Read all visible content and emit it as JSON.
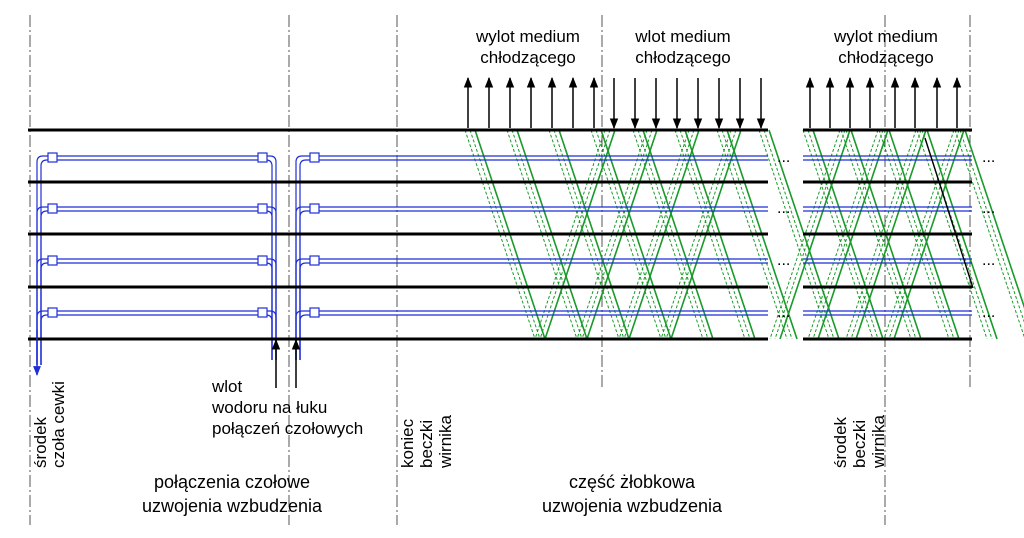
{
  "labels": {
    "outlet_left": [
      "wylot medium",
      "chłodzącego"
    ],
    "inlet_mid": [
      "wlot medium",
      "chłodzącego"
    ],
    "outlet_right": [
      "wylot medium",
      "chłodzącego"
    ],
    "hydrogen_inlet": [
      "wlot",
      "wodoru na łuku",
      "połączeń czołowych"
    ],
    "coil_center": [
      "środek",
      "czoła cewki"
    ],
    "barrel_end": [
      "koniec",
      "beczki",
      "wirnika"
    ],
    "barrel_center": [
      "środek",
      "beczki",
      "wirnika"
    ],
    "end_connections": [
      "połączenia czołowe",
      "uzwojenia wzbudzenia"
    ],
    "slot_part": [
      "część żłobkowa",
      "uzwojenia wzbudzenia"
    ],
    "ellipsis": "..."
  },
  "colors": {
    "line": "#000000",
    "channel": "#1f2fd6",
    "duct": "#1a9a2a",
    "centerline": "#555555"
  }
}
